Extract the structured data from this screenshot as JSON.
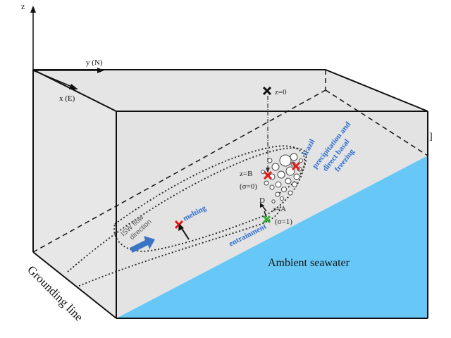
{
  "colors": {
    "box_fill": "#e3e3e3",
    "water": "#67c8f7",
    "edge": "#111111",
    "accent_text": "#2f6fd0",
    "marker_red": "#e01818",
    "marker_green": "#30b030",
    "arrow_fill": "#3b74c4"
  },
  "axes": {
    "z": "z",
    "y": "y (N)",
    "x": "x (E)"
  },
  "labels": {
    "z0": "z=0",
    "zB": "z=B",
    "sigma0": "(σ=0)",
    "D": "D",
    "zA": "z=A",
    "sigma1": "(σ=1)",
    "melting": "melting",
    "entrainment": "entrainment",
    "frazil": "frazil",
    "frazil2": "precipitation and",
    "frazil3": "direct basal",
    "frazil4": "freezing",
    "isw1": "ISW flow",
    "isw2": "direction",
    "ambient": "Ambient seawater",
    "grounding": "Grounding line",
    "right_mark": "]"
  },
  "icons": {
    "top_marker": "cross-x-icon",
    "flow_arrow": "flow-arrow-icon"
  }
}
